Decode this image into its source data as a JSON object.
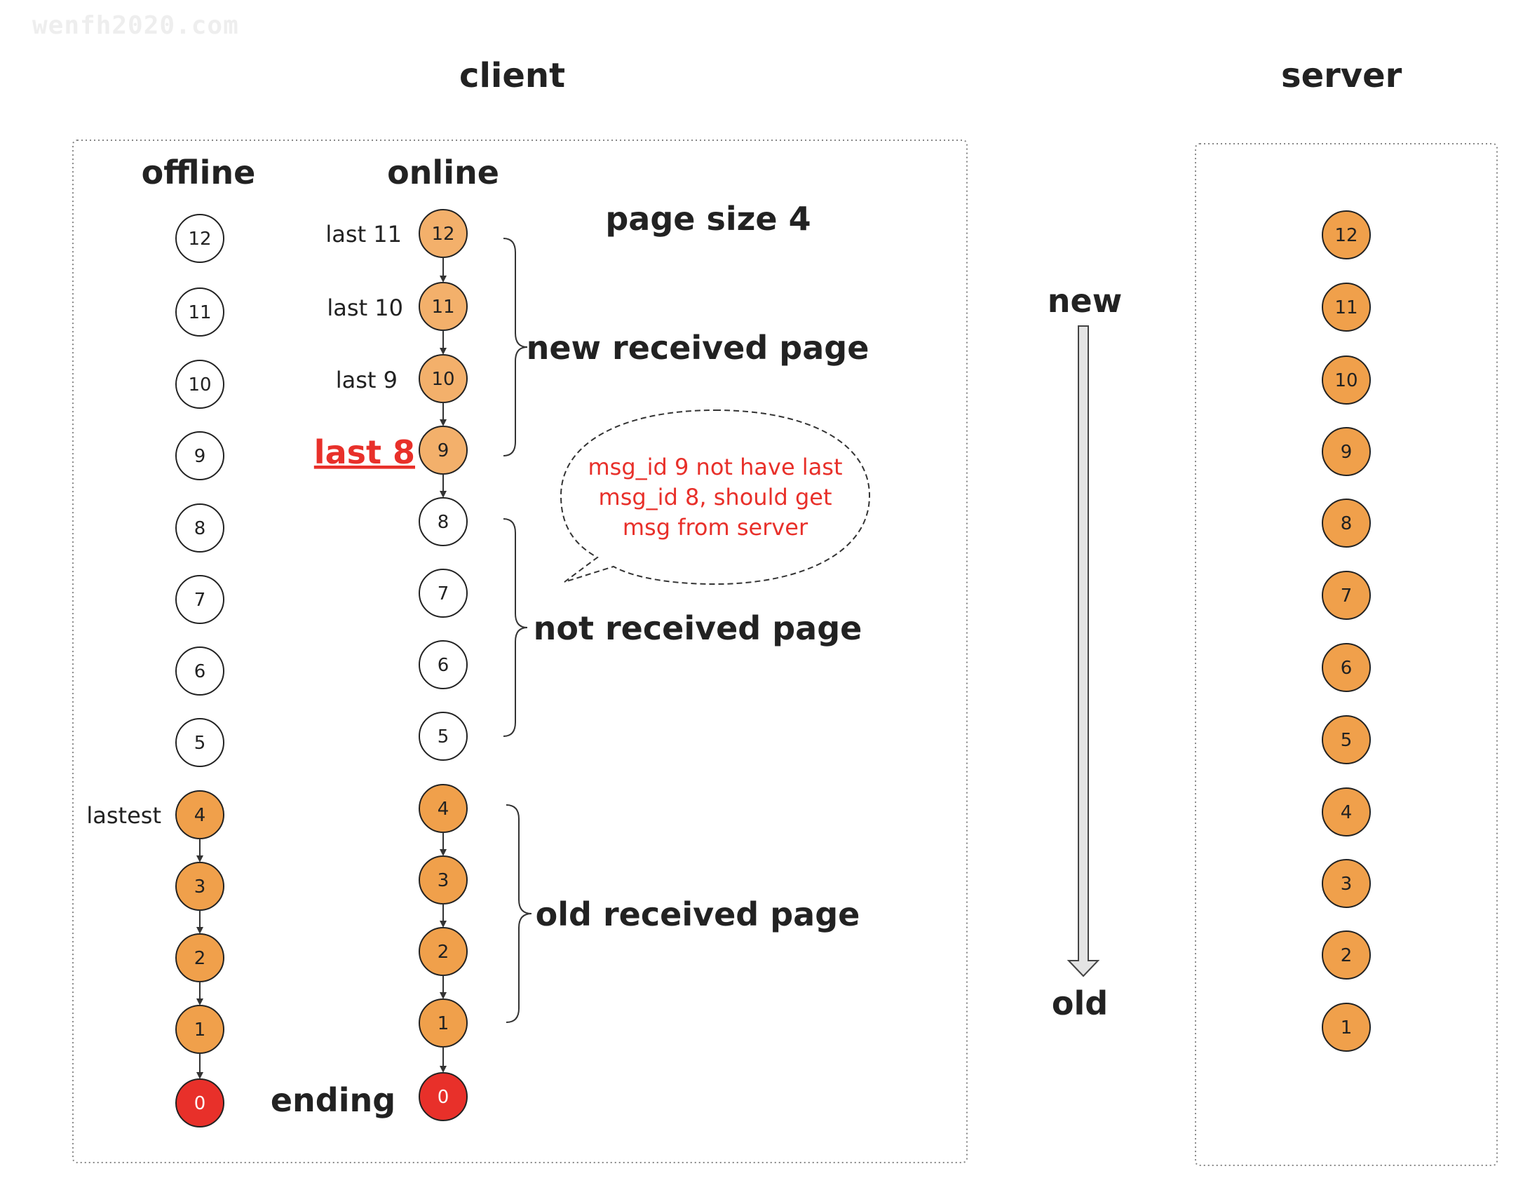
{
  "watermark": "wenfh2020.com",
  "titles": {
    "client": "client",
    "server": "server"
  },
  "client": {
    "offline_label": "offline",
    "online_label": "online",
    "page_size": "page size 4",
    "offline_nodes": [
      "12",
      "11",
      "10",
      "9",
      "8",
      "7",
      "6",
      "5",
      "4",
      "3",
      "2",
      "1",
      "0"
    ],
    "online_nodes": [
      "12",
      "11",
      "10",
      "9",
      "8",
      "7",
      "6",
      "5",
      "4",
      "3",
      "2",
      "1",
      "0"
    ],
    "lastest_label": "lastest",
    "ending_label": "ending",
    "last_labels": [
      "last 11",
      "last 10",
      "last 9",
      "last 8"
    ],
    "pages": [
      "new received page",
      "not received page",
      "old received page"
    ],
    "callout_lines": [
      "msg_id 9 not have last",
      "msg_id 8, should get",
      "msg from server"
    ]
  },
  "direction": {
    "new": "new",
    "old": "old"
  },
  "server_nodes": [
    "12",
    "11",
    "10",
    "9",
    "8",
    "7",
    "6",
    "5",
    "4",
    "3",
    "2",
    "1"
  ],
  "colors": {
    "orange": "#f0a04b",
    "light_orange": "#f3b06b",
    "red": "#e8302a",
    "white": "#ffffff",
    "accent_text": "#e8302a"
  }
}
